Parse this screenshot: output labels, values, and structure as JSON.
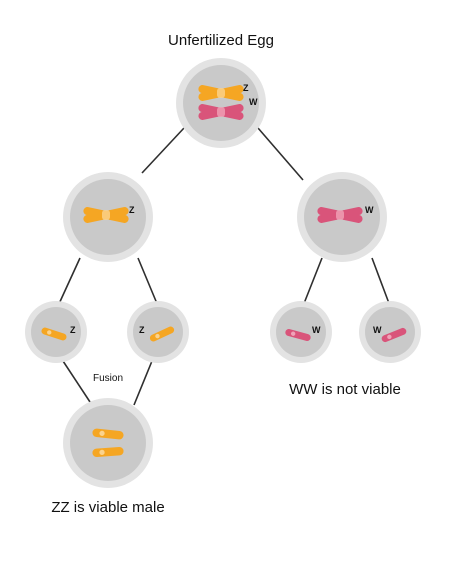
{
  "title": "Unfertilized Egg",
  "labels": {
    "root_z": "Z",
    "root_w": "W",
    "mid_left": "Z",
    "mid_right": "W",
    "leaf_1": "Z",
    "leaf_2": "Z",
    "leaf_3": "W",
    "leaf_4": "W",
    "fusion": "Fusion"
  },
  "outcomes": {
    "zz": "ZZ is viable male",
    "ww": "WW is not viable"
  },
  "colors": {
    "z_chromosome": "#F5A623",
    "w_chromosome": "#D9547A",
    "cell_fill": "#C9C9C9",
    "cell_ring": "#E3E3E3",
    "edge": "#2F2F2F"
  }
}
